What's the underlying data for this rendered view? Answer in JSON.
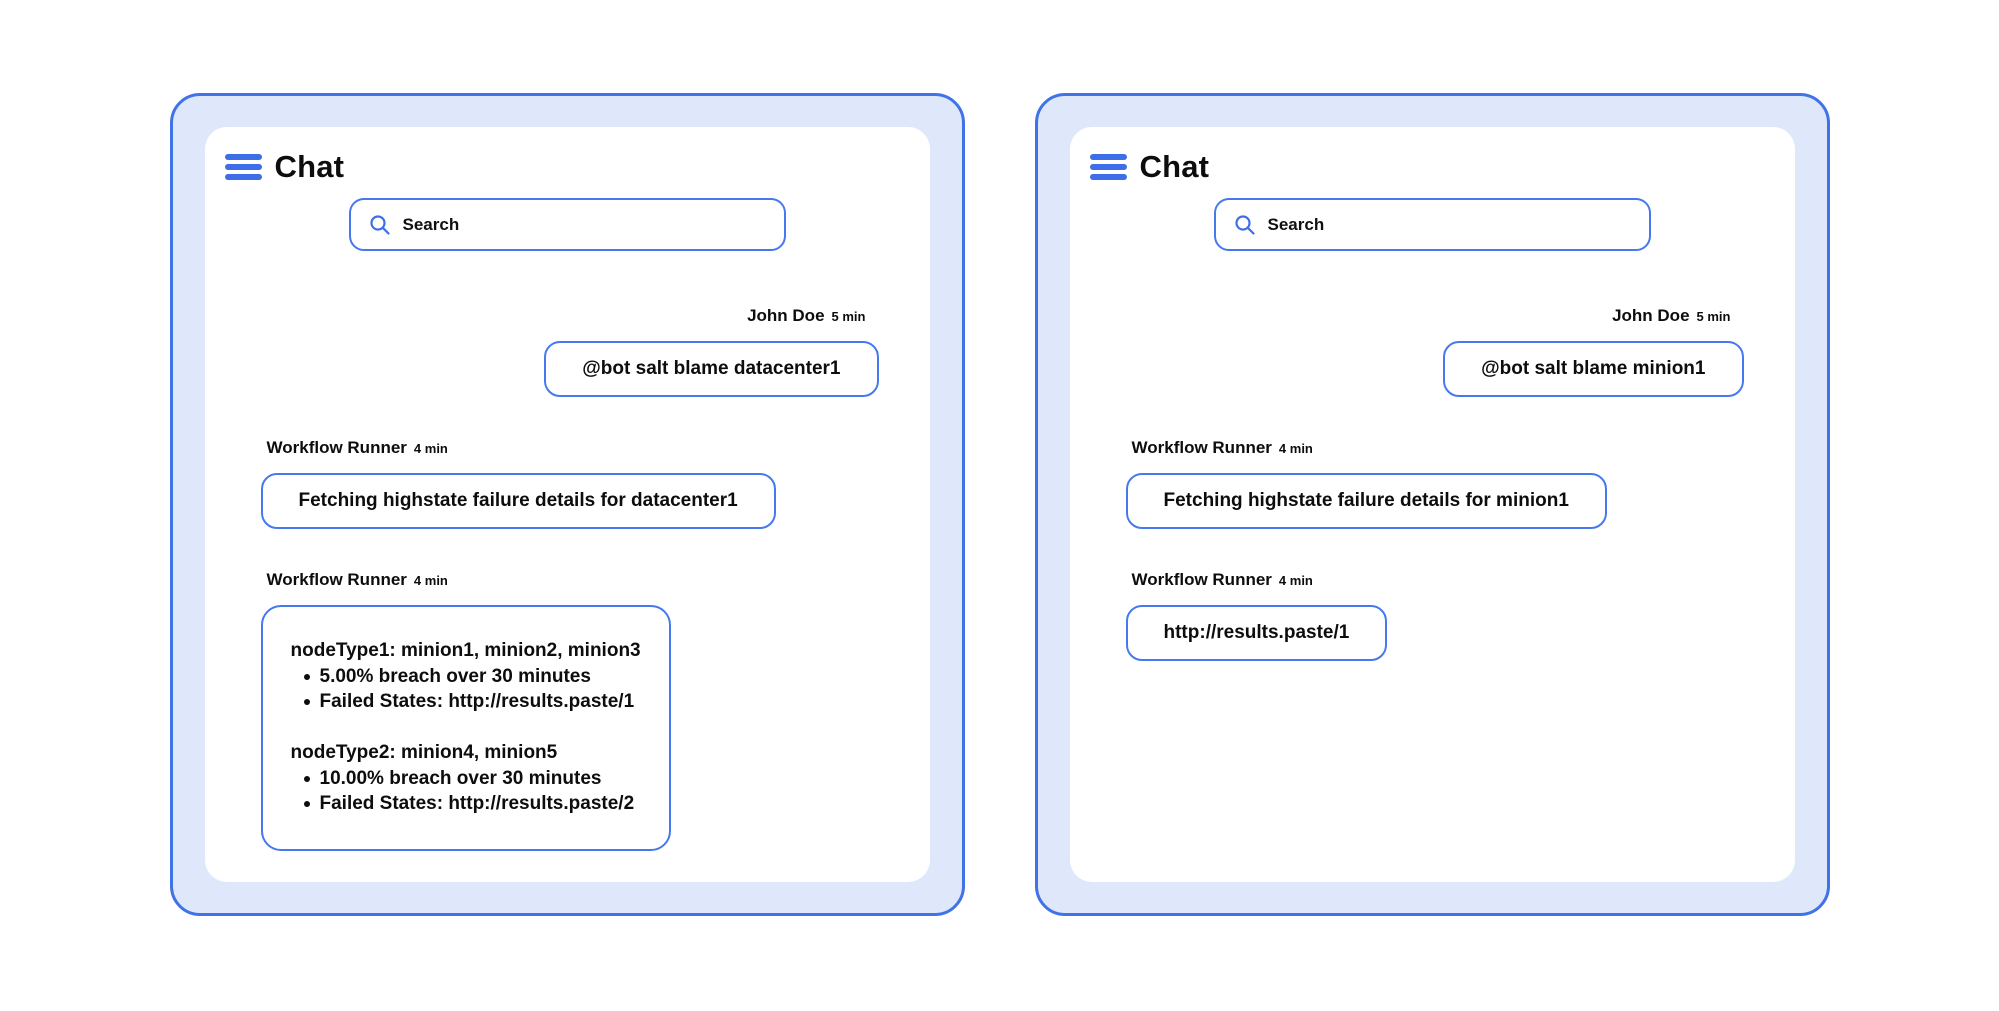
{
  "colors": {
    "accent_border": "#4173e8",
    "bubble_border": "#4679ef",
    "panel_background": "#dfe8fb",
    "card_background": "#ffffff",
    "text": "#0d0d0d"
  },
  "panels": [
    {
      "title": "Chat",
      "search_placeholder": "Search",
      "messages": [
        {
          "side": "right",
          "author": "John Doe",
          "time": "5 min",
          "text": "@bot salt blame datacenter1"
        },
        {
          "side": "left",
          "author": "Workflow Runner",
          "time": "4 min",
          "text": "Fetching highstate failure details for datacenter1"
        },
        {
          "side": "left",
          "author": "Workflow Runner",
          "time": "4 min",
          "sections": [
            {
              "heading": "nodeType1: minion1, minion2, minion3",
              "bullets": [
                "5.00% breach over 30 minutes",
                "Failed States: http://results.paste/1"
              ]
            },
            {
              "heading": "nodeType2: minion4, minion5",
              "bullets": [
                "10.00% breach over 30 minutes",
                "Failed States: http://results.paste/2"
              ]
            }
          ]
        }
      ]
    },
    {
      "title": "Chat",
      "search_placeholder": "Search",
      "messages": [
        {
          "side": "right",
          "author": "John Doe",
          "time": "5 min",
          "text": "@bot salt blame minion1"
        },
        {
          "side": "left",
          "author": "Workflow Runner",
          "time": "4 min",
          "text": "Fetching highstate failure details for minion1"
        },
        {
          "side": "left",
          "author": "Workflow Runner",
          "time": "4 min",
          "text": "http://results.paste/1",
          "link": true
        }
      ]
    }
  ]
}
